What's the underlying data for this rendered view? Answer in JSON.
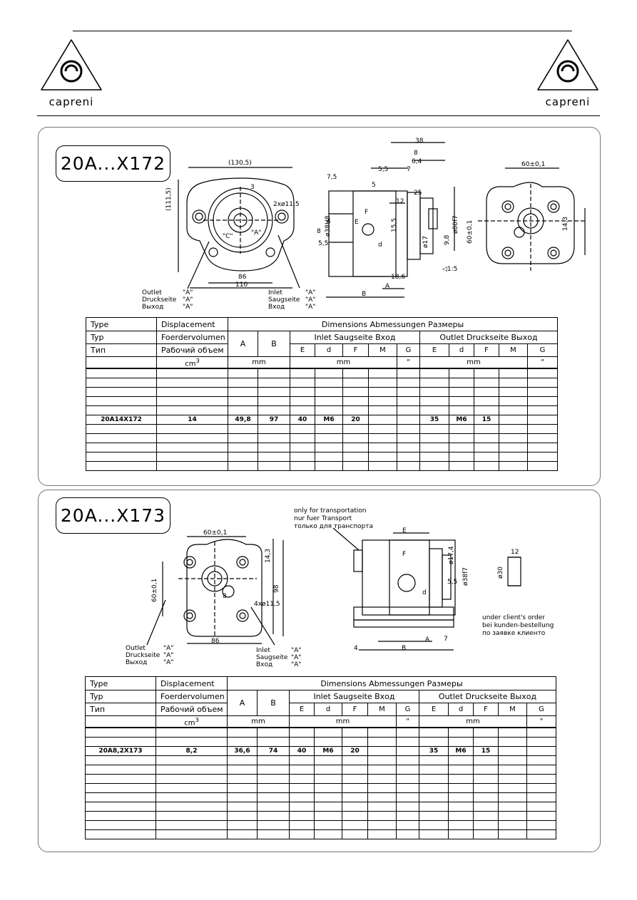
{
  "brand": {
    "name": "capreni"
  },
  "drawing1": {
    "title": "20A...X172",
    "dims": {
      "width": "(130,5)",
      "height": "(111,5)",
      "holes": "2xø11,5",
      "d86": "86",
      "d110": "110",
      "d3": "3",
      "C": "\"C\"",
      "A": "\"A\"",
      "top38": "38",
      "top8": "8",
      "top6_4": "6,4",
      "top5_5": "5,5",
      "top7": "7",
      "top5": "5",
      "d7_5": "7,5",
      "d12": "12",
      "d25": "25",
      "d38h8": "ø38H8",
      "d4": "4",
      "d8": "8",
      "d5_5": "5,5",
      "d15_5": "15,5",
      "d17": "ø17",
      "d9_8": "9,8",
      "d80f7": "ø80f7",
      "E": "E",
      "F": "F",
      "dd": "d",
      "taper": "1:5",
      "d18_6": "18,6",
      "Atxt": "A",
      "Btxt": "B",
      "w60": "60±0,1",
      "h60": "60±0,1",
      "d14_3": "14,3"
    },
    "outlet": [
      "Outlet",
      "Druckseite",
      "Выход"
    ],
    "inlet": [
      "Inlet",
      "Saugseite",
      "Вход"
    ],
    "port_a": "\"A\""
  },
  "drawing2": {
    "title": "20A...X173",
    "transport": [
      "only for transportation",
      "nur fuer Transport",
      "только для транспорта"
    ],
    "client": [
      "under client's order",
      "bei kunden-bestellung",
      "по заявке клиенто"
    ],
    "dims": {
      "w60": "60±0,1",
      "h60": "60±0,1",
      "d14_3": "14,3",
      "d98": "98",
      "d86": "86",
      "d8": "8",
      "holes": "4xø11,5",
      "E": "E",
      "F": "F",
      "dd": "d",
      "d17_4": "ø17,4",
      "d38f7": "ø38f7",
      "d5_5": "5,5",
      "d4": "4",
      "d7": "7",
      "Atxt": "A",
      "Btxt": "B",
      "d12": "12",
      "d30": "ø30"
    },
    "outlet": [
      "Outlet",
      "Druckseite",
      "Выход"
    ],
    "inlet": [
      "Inlet",
      "Saugseite",
      "Вход"
    ],
    "port_a": "\"A\""
  },
  "table_header": {
    "type": [
      "Type",
      "Typ",
      "Тип"
    ],
    "displacement": [
      "Displacement",
      "Foerdervolumen",
      "Рабочий объем"
    ],
    "dimensions": "Dimensions   Abmessungen   Размеры",
    "inlet": "Inlet   Saugseite   Вход",
    "outlet": "Outlet   Druckseite   Выход",
    "A": "A",
    "B": "B",
    "cols": [
      "E",
      "d",
      "F",
      "M",
      "G"
    ],
    "unit_disp": "cm",
    "unit_disp_sup": "3",
    "unit_mm": "mm",
    "unit_in": "\""
  },
  "table1": {
    "row": {
      "type": "20A14X172",
      "disp": "14",
      "A": "49,8",
      "B": "97",
      "in_E": "40",
      "in_d": "M6",
      "in_F": "20",
      "in_M": "",
      "in_G": "",
      "out_E": "35",
      "out_d": "M6",
      "out_F": "15",
      "out_M": "",
      "out_G": ""
    }
  },
  "table2": {
    "row": {
      "type": "20A8,2X173",
      "disp": "8,2",
      "A": "36,6",
      "B": "74",
      "in_E": "40",
      "in_d": "M6",
      "in_F": "20",
      "in_M": "",
      "in_G": "",
      "out_E": "35",
      "out_d": "M6",
      "out_F": "15",
      "out_M": "",
      "out_G": ""
    }
  }
}
